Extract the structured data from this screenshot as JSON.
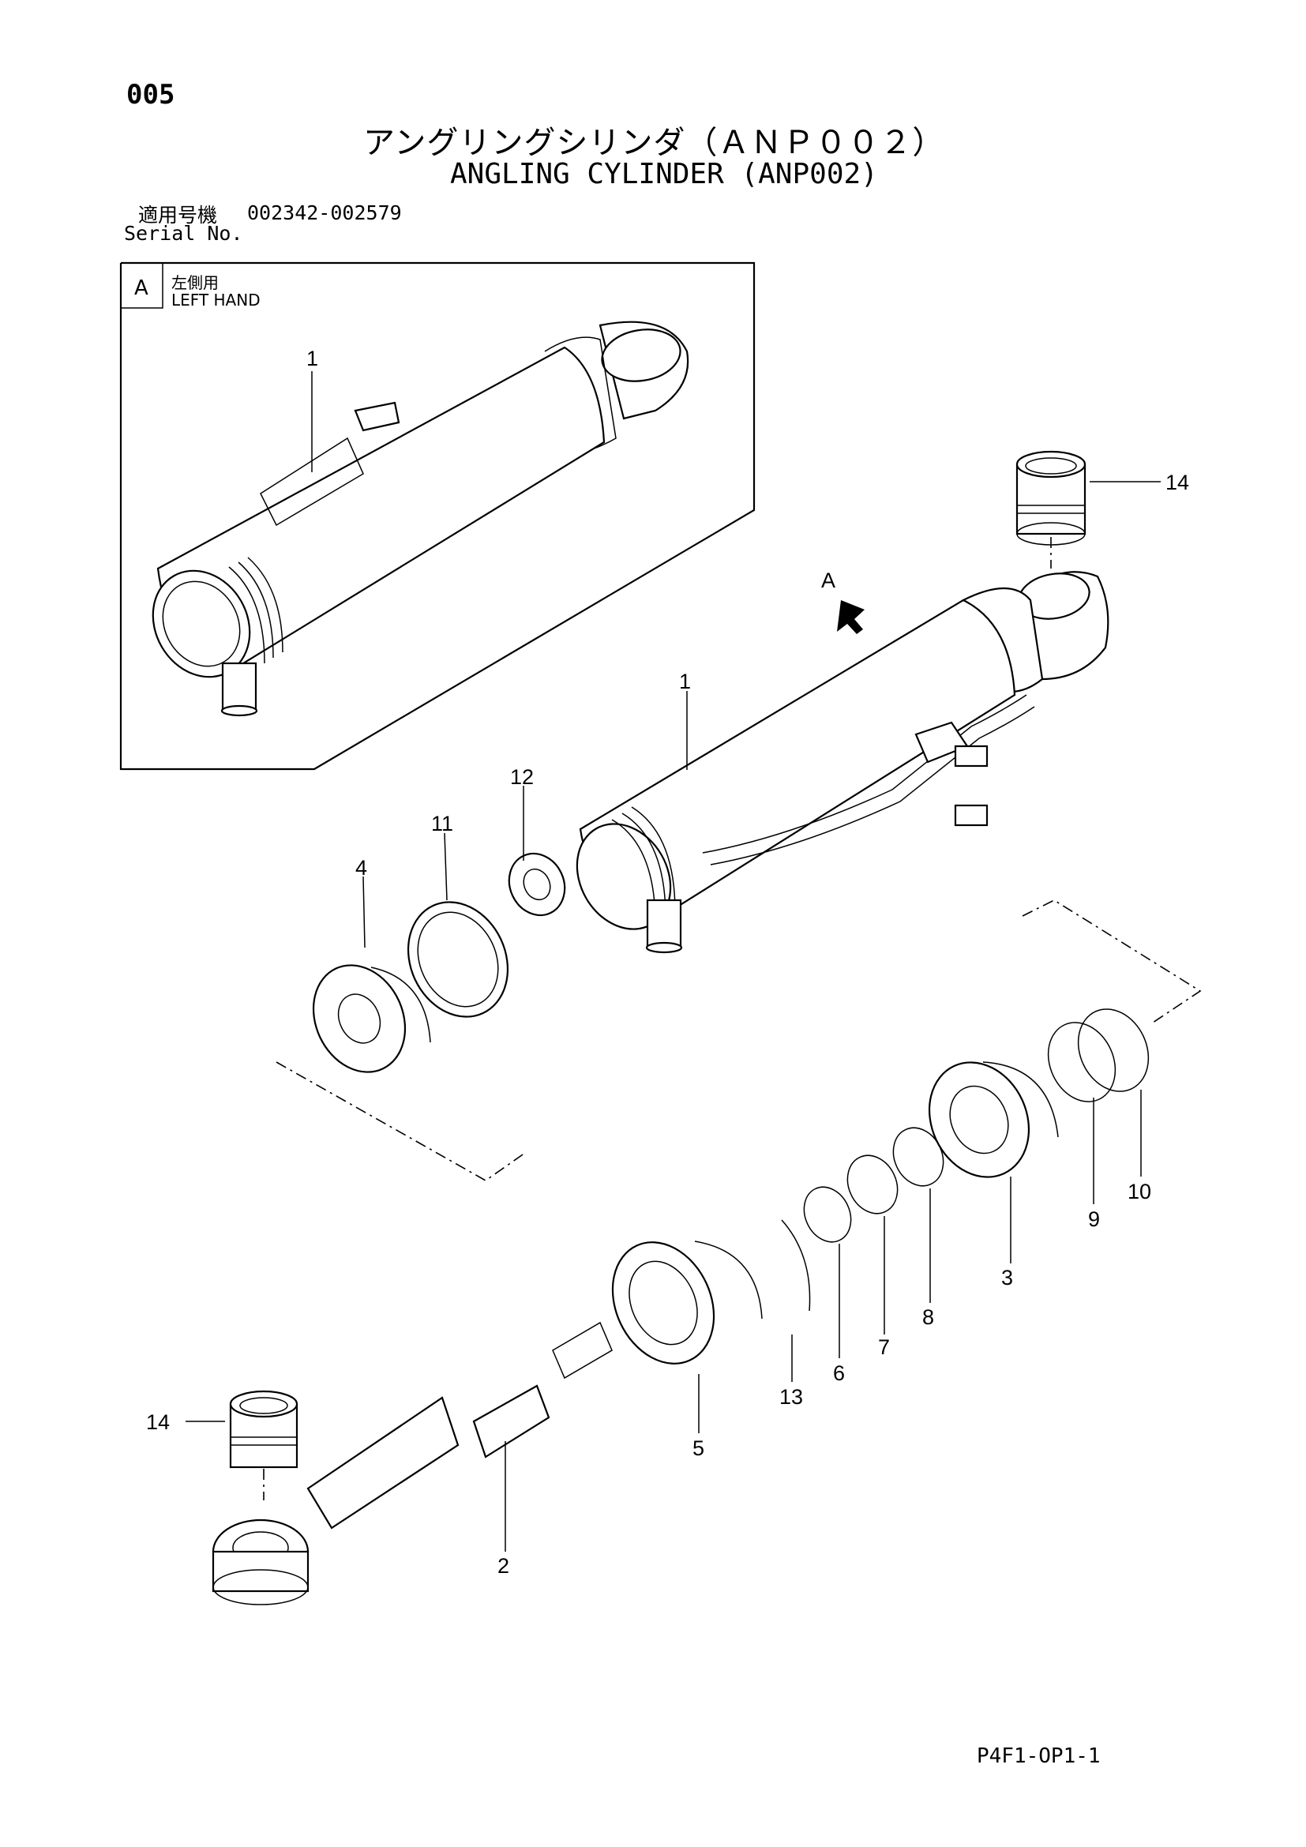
{
  "page": {
    "number": "005",
    "title_jp": "アングリングシリンダ（ＡＮＰ００２）",
    "title_en": "ANGLING CYLINDER (ANP002)",
    "serial_label_jp": "適用号機",
    "serial_range": "002342-002579",
    "serial_label_en": "Serial No.",
    "footer_code": "P4F1-OP1-1"
  },
  "inset": {
    "letter": "A",
    "label_jp": "左側用",
    "label_en": "LEFT HAND",
    "view_marker": "A"
  },
  "callouts": {
    "inset_1": "1",
    "p1": "1",
    "p2": "2",
    "p3": "3",
    "p4": "4",
    "p5": "5",
    "p6": "6",
    "p7": "7",
    "p8": "8",
    "p9": "9",
    "p10": "10",
    "p11": "11",
    "p12": "12",
    "p13": "13",
    "p14_top": "14",
    "p14_left": "14"
  }
}
